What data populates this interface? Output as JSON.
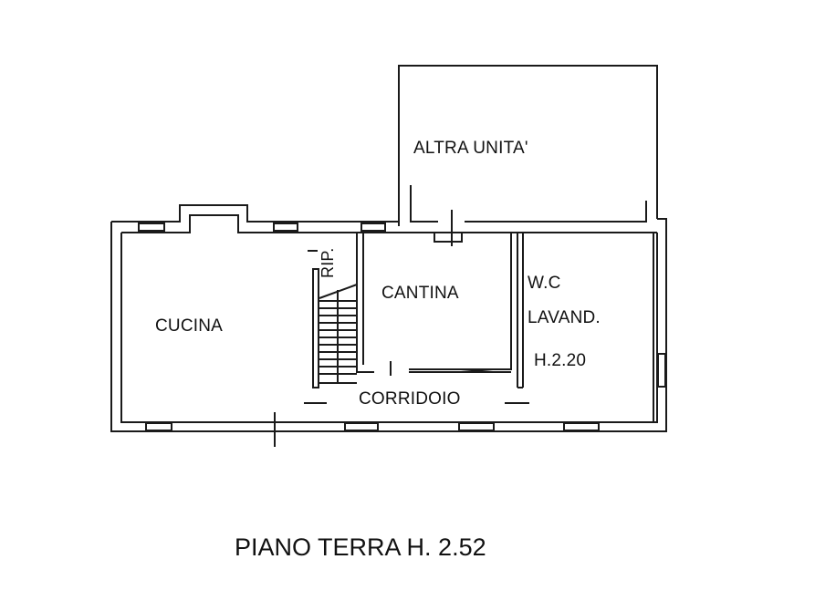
{
  "plan": {
    "title": "PIANO TERRA H. 2.52",
    "rooms": [
      {
        "id": "altra-unita",
        "label": "ALTRA UNITA'"
      },
      {
        "id": "cucina",
        "label": "CUCINA"
      },
      {
        "id": "ripostiglio",
        "label": "RIP."
      },
      {
        "id": "cantina",
        "label": "CANTINA"
      },
      {
        "id": "wc",
        "label": "W.C"
      },
      {
        "id": "lavanderia",
        "label": "LAVAND."
      },
      {
        "id": "wc-height",
        "label": "H.2.20"
      },
      {
        "id": "corridoio",
        "label": "CORRIDOIO"
      }
    ],
    "colors": {
      "line": "#1a1a1a",
      "background": "#ffffff"
    }
  }
}
